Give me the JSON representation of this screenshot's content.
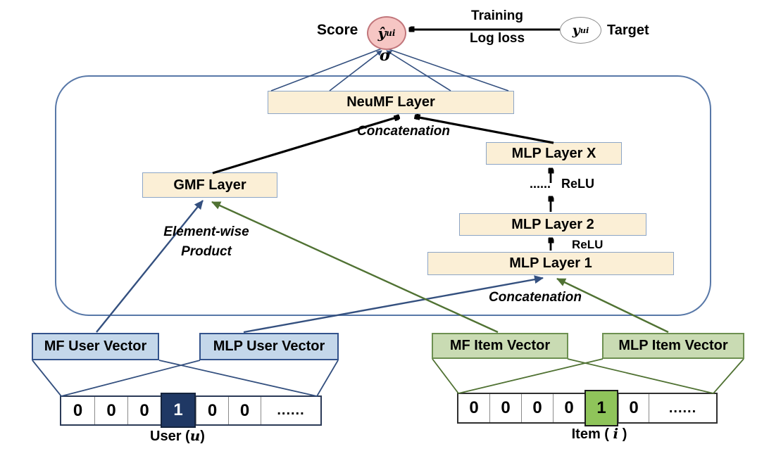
{
  "output": {
    "score_label": "Score",
    "score_symbol": "ŷ",
    "score_subscript": "ui",
    "sigma": "σ",
    "training_line1": "Training",
    "training_line2": "Log loss",
    "target_symbol": "y",
    "target_subscript": "ui",
    "target_label": "Target"
  },
  "network": {
    "neumf_layer": "NeuMF Layer",
    "concatenation_top": "Concatenation",
    "gmf_layer": "GMF Layer",
    "mlp_layer_x": "MLP Layer X",
    "mlp_layer_2": "MLP Layer 2",
    "mlp_layer_1": "MLP Layer 1",
    "relu_dots": "......",
    "relu_upper": "ReLU",
    "relu_lower": "ReLU",
    "elementwise_line1": "Element-wise",
    "elementwise_line2": "Product",
    "concatenation_bottom": "Concatenation"
  },
  "embeddings": {
    "mf_user_vector": "MF User Vector",
    "mlp_user_vector": "MLP User Vector",
    "mf_item_vector": "MF Item Vector",
    "mlp_item_vector": "MLP Item Vector"
  },
  "onehot_user": {
    "cells": [
      "0",
      "0",
      "0",
      "1",
      "0",
      "0",
      "......"
    ],
    "hot_index": 3,
    "label_prefix": "User (",
    "label_var": "u",
    "label_suffix": ")"
  },
  "onehot_item": {
    "cells": [
      "0",
      "0",
      "0",
      "0",
      "1",
      "0",
      "......"
    ],
    "hot_index": 4,
    "label_prefix": "Item ( ",
    "label_var": "i",
    "label_suffix": " )"
  },
  "colors": {
    "layer_fill": "#FBEFD6",
    "layer_border": "#8CA5C6",
    "user_fill": "#C4D7EA",
    "user_border": "#33538C",
    "item_fill": "#C9DBB3",
    "item_border": "#6D9051",
    "navy": "#34507F",
    "green": "#507233",
    "hot_user": "#1F3864",
    "hot_item": "#8FC45A",
    "score_fill": "#F6C6C4",
    "score_border": "#C1767B",
    "frame_border": "#5878A8"
  }
}
